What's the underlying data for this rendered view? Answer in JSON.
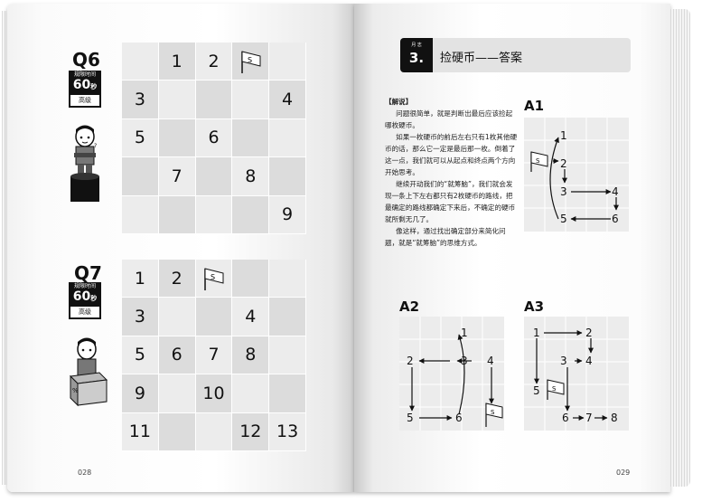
{
  "left_page": {
    "page_number": "028",
    "quizzes": [
      {
        "label": "Q6",
        "time_label": "规限时间",
        "time_value": "60",
        "time_unit": "秒",
        "level": "高级",
        "rows": [
          [
            "",
            "1",
            "2",
            "S",
            ""
          ],
          [
            "3",
            "",
            "",
            "",
            "4"
          ],
          [
            "5",
            "",
            "6",
            "",
            ""
          ],
          [
            "",
            "7",
            "",
            "8",
            ""
          ],
          [
            "",
            "",
            "",
            "",
            "9"
          ]
        ]
      },
      {
        "label": "Q7",
        "time_label": "规限时间",
        "time_value": "60",
        "time_unit": "秒",
        "level": "高级",
        "rows": [
          [
            "1",
            "2",
            "S",
            "",
            ""
          ],
          [
            "3",
            "",
            "",
            "4",
            ""
          ],
          [
            "5",
            "6",
            "7",
            "8",
            ""
          ],
          [
            "9",
            "",
            "10",
            "",
            ""
          ],
          [
            "11",
            "",
            "",
            "12",
            "13"
          ]
        ]
      }
    ]
  },
  "right_page": {
    "page_number": "029",
    "section_label": "月 志",
    "section_number": "3.",
    "section_title": "捡硬币——答案",
    "explain_title": "【解说】",
    "explain_paragraphs": [
      "问题很简单，就是判断出最后应该捡起哪枚硬币。",
      "如果一枚硬币的前后左右只有1枚其他硬币的话，那么它一定是最后那一枚。倒着了这一点，我们就可以从起点和终点两个方向开始思考。",
      "继续开动我们的“就筹脑”，我们就会发现一条上下左右都只有2枚硬币的路线，把最确定的路线都确定下来后，不确定的硬币就所剩无几了。",
      "像这样，通过找出确定部分来简化问题，就是“就筹脑”的思维方式。"
    ],
    "answers": [
      {
        "letter": "A",
        "number": "1",
        "flag": "S",
        "nodes": [
          "1",
          "2",
          "3",
          "4",
          "5",
          "6"
        ]
      },
      {
        "letter": "A",
        "number": "2",
        "flag": "S",
        "nodes": [
          "1",
          "2",
          "3",
          "4",
          "5",
          "6"
        ]
      },
      {
        "letter": "A",
        "number": "3",
        "flag": "S",
        "nodes": [
          "1",
          "2",
          "3",
          "4",
          "5",
          "6",
          "7",
          "8"
        ]
      }
    ]
  }
}
